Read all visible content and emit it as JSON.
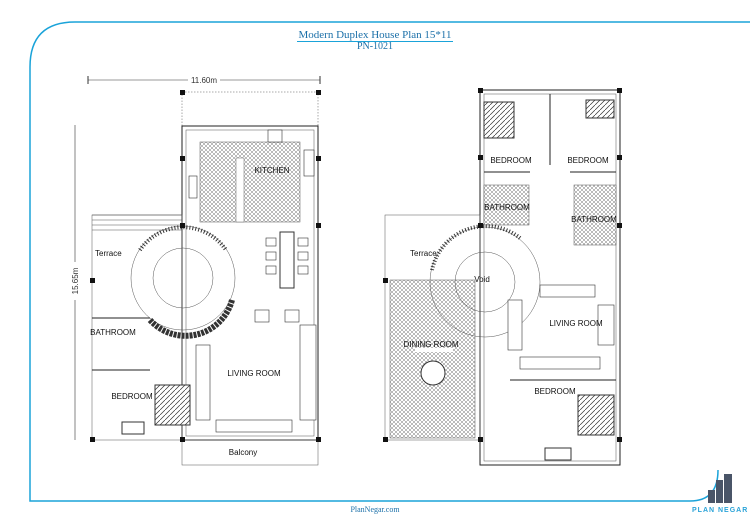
{
  "header": {
    "title": "Modern Duplex House Plan 15*11",
    "code": "PN-1021"
  },
  "dimensions": {
    "width": "11.60m",
    "height": "15.65m"
  },
  "ground_floor": {
    "rooms": {
      "kitchen": "KITCHEN",
      "terrace": "Terrace",
      "bathroom": "BATHROOM",
      "bedroom": "BEDROOM",
      "living": "LIVING ROOM",
      "balcony": "Balcony"
    }
  },
  "first_floor": {
    "rooms": {
      "bedroom1": "BEDROOM",
      "bedroom2": "BEDROOM",
      "bathroom1": "BATHROOM",
      "bathroom2": "BATHROOM",
      "terrace": "Terrace",
      "void": "Void",
      "living": "LIVING ROOM",
      "dining": "DINING ROOM",
      "bedroom3": "BEDROOM"
    }
  },
  "footer": {
    "website": "PlanNegar.com",
    "logo": "PLAN NEGAR"
  },
  "colors": {
    "frame": "#1aa3d9",
    "text": "#1a6fa8"
  }
}
